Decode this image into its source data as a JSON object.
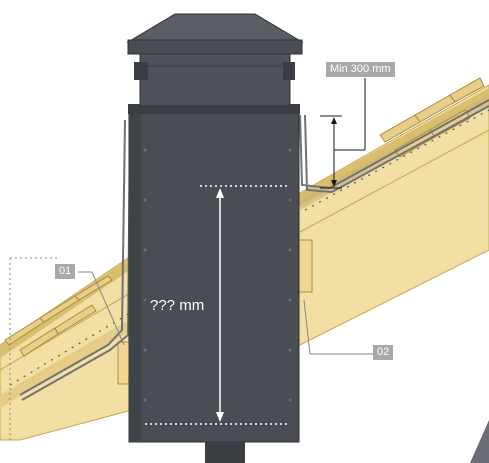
{
  "labels": {
    "min_clearance": "Min 300 mm",
    "part_01": "01",
    "part_02": "02",
    "height": "??? mm"
  },
  "colors": {
    "chimney": "#4a4d53",
    "chimney_dark": "#3a3d42",
    "roof_timber": "#f1dfa3",
    "roof_timber_dark": "#d9be6e",
    "flashing": "#8d9096",
    "callout_box": "#a9a9a9",
    "dimension_line": "#ffffff"
  }
}
